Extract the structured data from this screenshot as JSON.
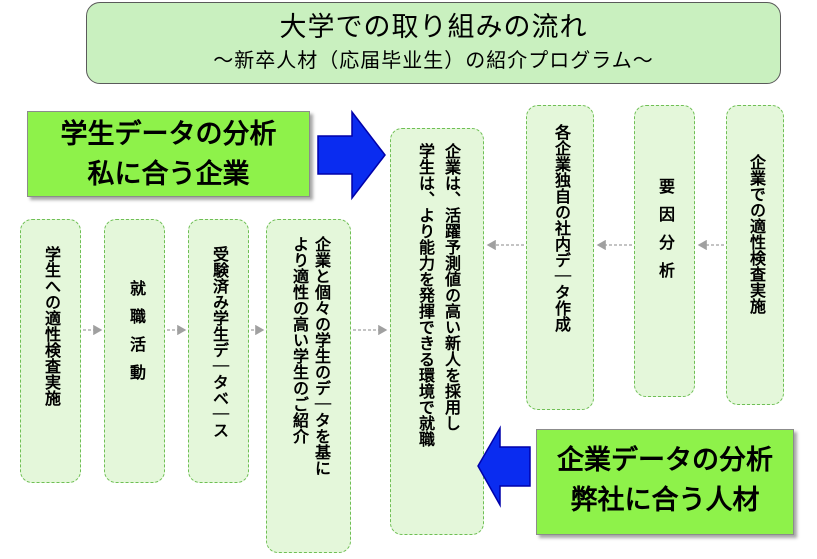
{
  "title": {
    "main": "大学での取り組みの流れ",
    "sub": "～新卒人材（応届毕业生）の紹介プログラム～"
  },
  "labels": {
    "student_analysis": [
      "学生データの分析",
      "私に合う企業"
    ],
    "company_analysis": [
      "企業データの分析",
      "弊社に合う人材"
    ]
  },
  "left_flow": [
    "学生への適性検査実施",
    "就職活動",
    "受験済み学生デ｜タベ｜ス",
    [
      "企業と個々の学生のデ｜タを基に",
      "より適性の高い学生のご紹介"
    ]
  ],
  "center": [
    "企業は、活躍予測値の高い新人を採用し",
    "学生は、より能力を発揮できる環境で就職"
  ],
  "right_flow": [
    "企業での適性検査実施",
    "要因分析",
    "各企業独自の社内デ｜タ作成"
  ],
  "colors": {
    "title_bg": "#c9f0bf",
    "label_bg": "#8ef24a",
    "column_bg": "#e4f7da",
    "column_border": "#6fbf55",
    "arrow_blue": "#0a2cf0"
  }
}
